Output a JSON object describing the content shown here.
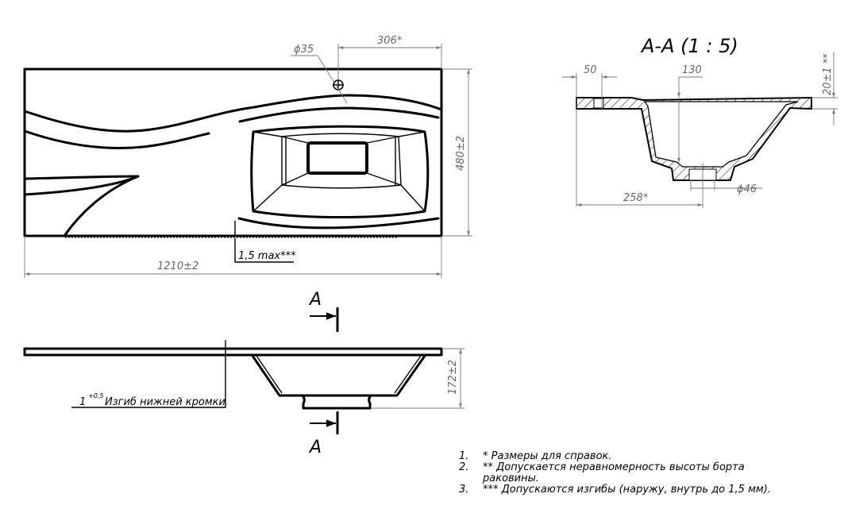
{
  "top_view": {
    "dim_width": "1210±2",
    "dim_depth": "480±2",
    "dim_hole_offset": "306*",
    "dim_hole_diameter": "ϕ35",
    "dim_flatness": "1,5 max***"
  },
  "front_view": {
    "dim_height": "172±2",
    "section_mark_top": "A",
    "section_mark_bottom": "A",
    "bend_value": "1",
    "bend_tolerance": "+0,5",
    "bend_label": "Изгиб нижней кромки"
  },
  "section_view": {
    "title": "A-A (1 : 5)",
    "dim_rim": "50",
    "dim_depth": "130",
    "dim_drain_offset": "258*",
    "dim_drain_diameter": "ϕ46",
    "dim_thickness": "20±1 **"
  },
  "notes": [
    {
      "num": "1.",
      "text": "*  Размеры для справок."
    },
    {
      "num": "2.",
      "text": "** Допускается неравномерность высоты борта раковины."
    },
    {
      "num": "3.",
      "text": "*** Допускаются изгибы (наружу, внутрь до 1,5 мм)."
    }
  ]
}
